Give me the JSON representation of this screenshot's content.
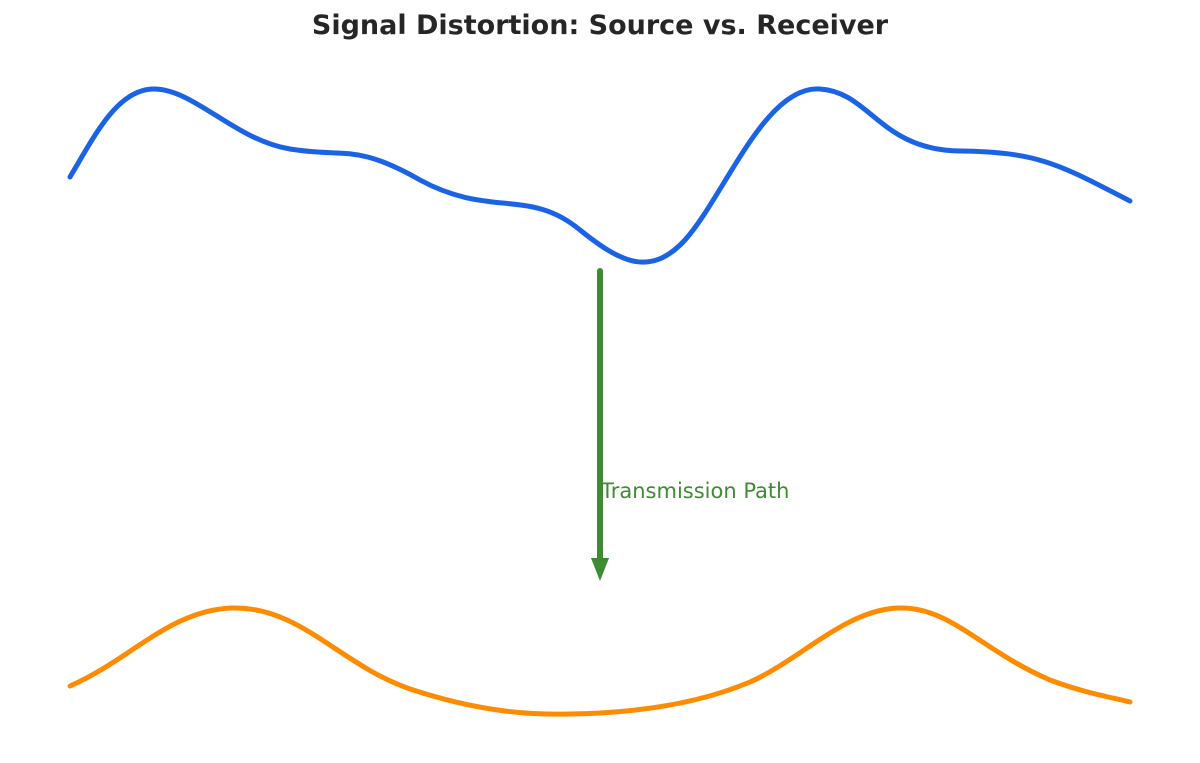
{
  "title": "Signal Distortion: Source vs. Receiver",
  "signals": {
    "source": {
      "color": "#1a63e6"
    },
    "receiver": {
      "color": "#ff8c00"
    }
  },
  "arrow": {
    "label": "Transmission Path",
    "color": "#3d8c32",
    "direction": "down"
  }
}
